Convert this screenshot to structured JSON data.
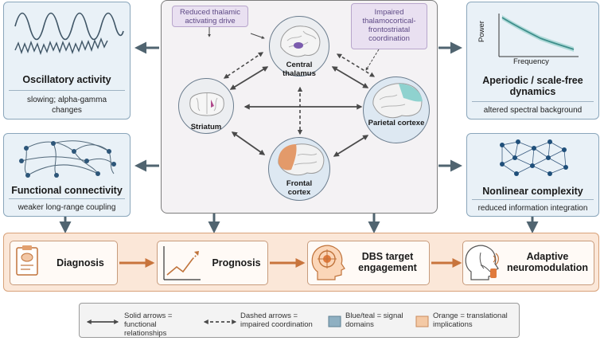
{
  "center": {
    "callout_left": "Reduced thalamic activating drive",
    "callout_right": "Impaired thalamocortical-frontostriatal coordination",
    "nodes": {
      "thalamus": "Central thalamus",
      "striatum": "Striatum",
      "parietal": "Parietal cortexe",
      "frontal": "Frontal cortex"
    }
  },
  "signals": {
    "oscillatory": {
      "title": "Oscillatory activity",
      "sub": "slowing; alpha-gamma changes"
    },
    "connectivity": {
      "title": "Functional connectivity",
      "sub": "weaker long-range coupling"
    },
    "aperiodic": {
      "title": "Aperiodic / scale-free dynamics",
      "sub": "altered spectral background",
      "ylabel": "Power",
      "xlabel": "Frequency"
    },
    "complexity": {
      "title": "Nonlinear complexity",
      "sub": "reduced information integration"
    }
  },
  "pipeline": [
    {
      "label": "Diagnosis",
      "icon": "clipboard-brain-icon"
    },
    {
      "label": "Prognosis",
      "icon": "trend-chart-icon"
    },
    {
      "label": "DBS target engagement",
      "icon": "head-target-icon"
    },
    {
      "label": "Adaptive neuromodulation",
      "icon": "head-device-icon"
    }
  ],
  "legend": {
    "solid": "Solid arrows = functional relationships",
    "dashed": "Dashed arrows = impaired coordination",
    "blue": "Blue/teal = signal domains",
    "orange": "Orange = translational implications"
  },
  "colors": {
    "signal_fill": "#e9f1f7",
    "translational_fill": "#fbe7d8",
    "arrow_gray": "#555555",
    "teal": "#4fa9aa",
    "orange_arrow": "#c8743c"
  }
}
